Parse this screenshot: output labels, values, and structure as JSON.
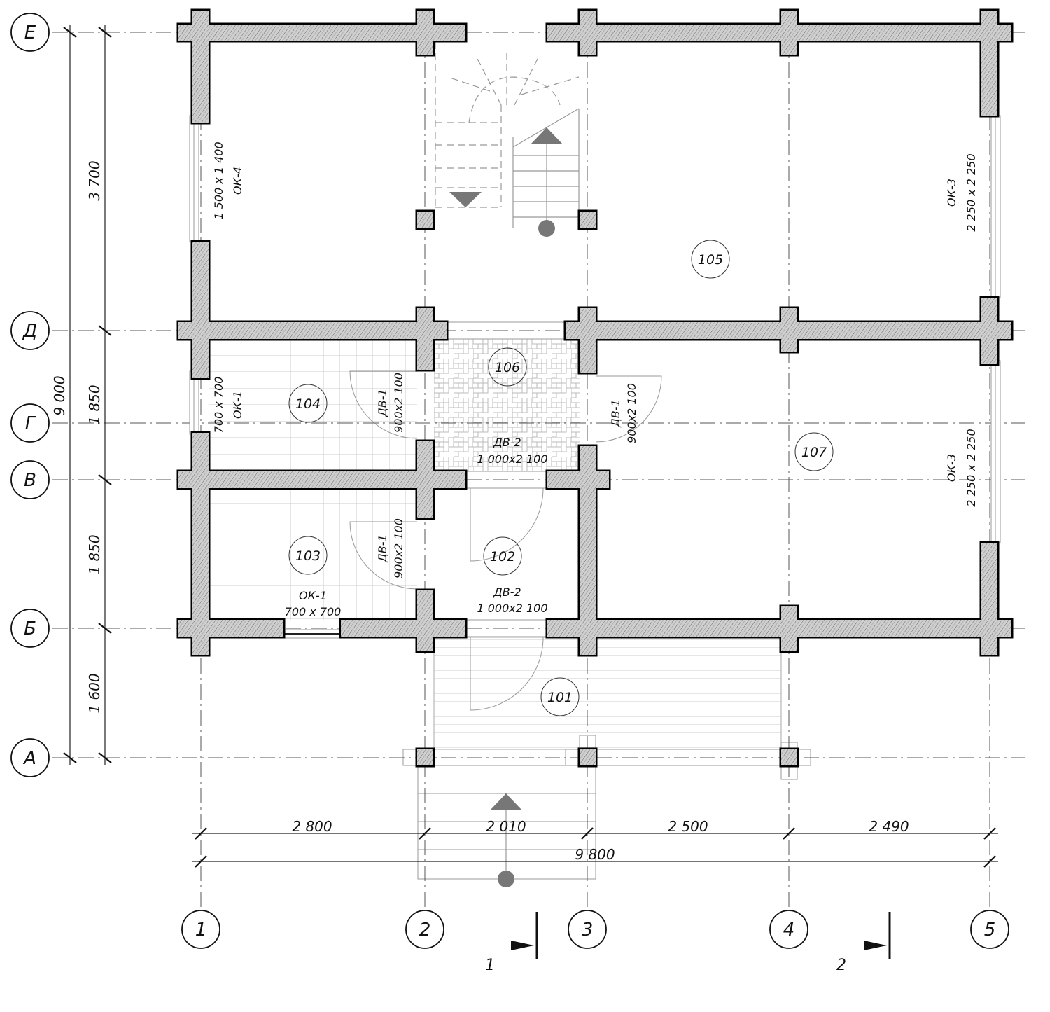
{
  "drawing": {
    "axes_vertical": [
      "1",
      "2",
      "3",
      "4",
      "5"
    ],
    "axes_horizontal": [
      "Е",
      "Д",
      "Г",
      "В",
      "Б",
      "А"
    ],
    "rooms": [
      "105",
      "106",
      "104",
      "107",
      "103",
      "102",
      "101"
    ],
    "dims_left": {
      "d1": "3 700",
      "d2": "1 850",
      "d3": "1 850",
      "d4": "1 600",
      "total": "9 000"
    },
    "dims_bottom": {
      "d1": "2 800",
      "d2": "2 010",
      "d3": "2 500",
      "d4": "2 490",
      "total": "9 800"
    },
    "windows": {
      "ok4_name": "ОК-4",
      "ok4_size": "1 500 x 1 400",
      "ok1_name": "ОК-1",
      "ok1_size": "700 x 700",
      "ok1b_name": "ОК-1",
      "ok1b_size": "700 x 700",
      "ok3a_name": "ОК-3",
      "ok3a_size": "2 250 x 2 250",
      "ok3b_name": "ОК-3",
      "ok3b_size": "2 250 x 2 250"
    },
    "doors": {
      "dv1a_name": "ДВ-1",
      "dv1a_size": "900x2 100",
      "dv1b_name": "ДВ-1",
      "dv1b_size": "900x2 100",
      "dv1c_name": "ДВ-1",
      "dv1c_size": "900x2 100",
      "dv2a_name": "ДВ-2",
      "dv2a_size": "1 000x2 100",
      "dv2b_name": "ДВ-2",
      "dv2b_size": "1 000x2 100"
    },
    "sections": [
      "1",
      "2"
    ]
  }
}
